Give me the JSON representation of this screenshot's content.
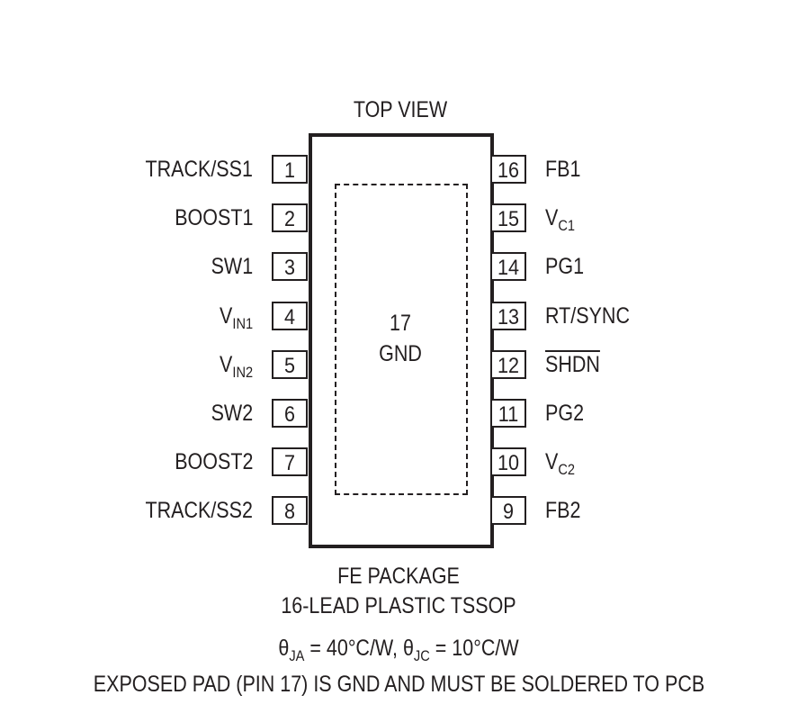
{
  "header": {
    "top_view": "TOP VIEW"
  },
  "exposed_pad": {
    "number": "17",
    "label": "GND"
  },
  "left_pins": [
    {
      "num": "1",
      "name": "TRACK/SS1"
    },
    {
      "num": "2",
      "name": "BOOST1"
    },
    {
      "num": "3",
      "name": "SW1"
    },
    {
      "num": "4",
      "name": "V",
      "sub": "IN1"
    },
    {
      "num": "5",
      "name": "V",
      "sub": "IN2"
    },
    {
      "num": "6",
      "name": "SW2"
    },
    {
      "num": "7",
      "name": "BOOST2"
    },
    {
      "num": "8",
      "name": "TRACK/SS2"
    }
  ],
  "right_pins": [
    {
      "num": "16",
      "name": "FB1"
    },
    {
      "num": "15",
      "name": "V",
      "sub": "C1"
    },
    {
      "num": "14",
      "name": "PG1"
    },
    {
      "num": "13",
      "name": "RT/SYNC"
    },
    {
      "num": "12",
      "name": "SHDN",
      "overline": true
    },
    {
      "num": "11",
      "name": "PG2"
    },
    {
      "num": "10",
      "name": "V",
      "sub": "C2"
    },
    {
      "num": "9",
      "name": "FB2"
    }
  ],
  "footer": {
    "package_line1": "FE PACKAGE",
    "package_line2": "16-LEAD PLASTIC TSSOP",
    "theta_ja_symbol": "θ",
    "theta_ja_sub": "JA",
    "theta_ja_value": " = 40°C/W, ",
    "theta_jc_symbol": "θ",
    "theta_jc_sub": "JC",
    "theta_jc_value": " = 10°C/W",
    "exposed_pad_note": "EXPOSED PAD (PIN 17) IS GND AND MUST BE SOLDERED TO PCB"
  }
}
